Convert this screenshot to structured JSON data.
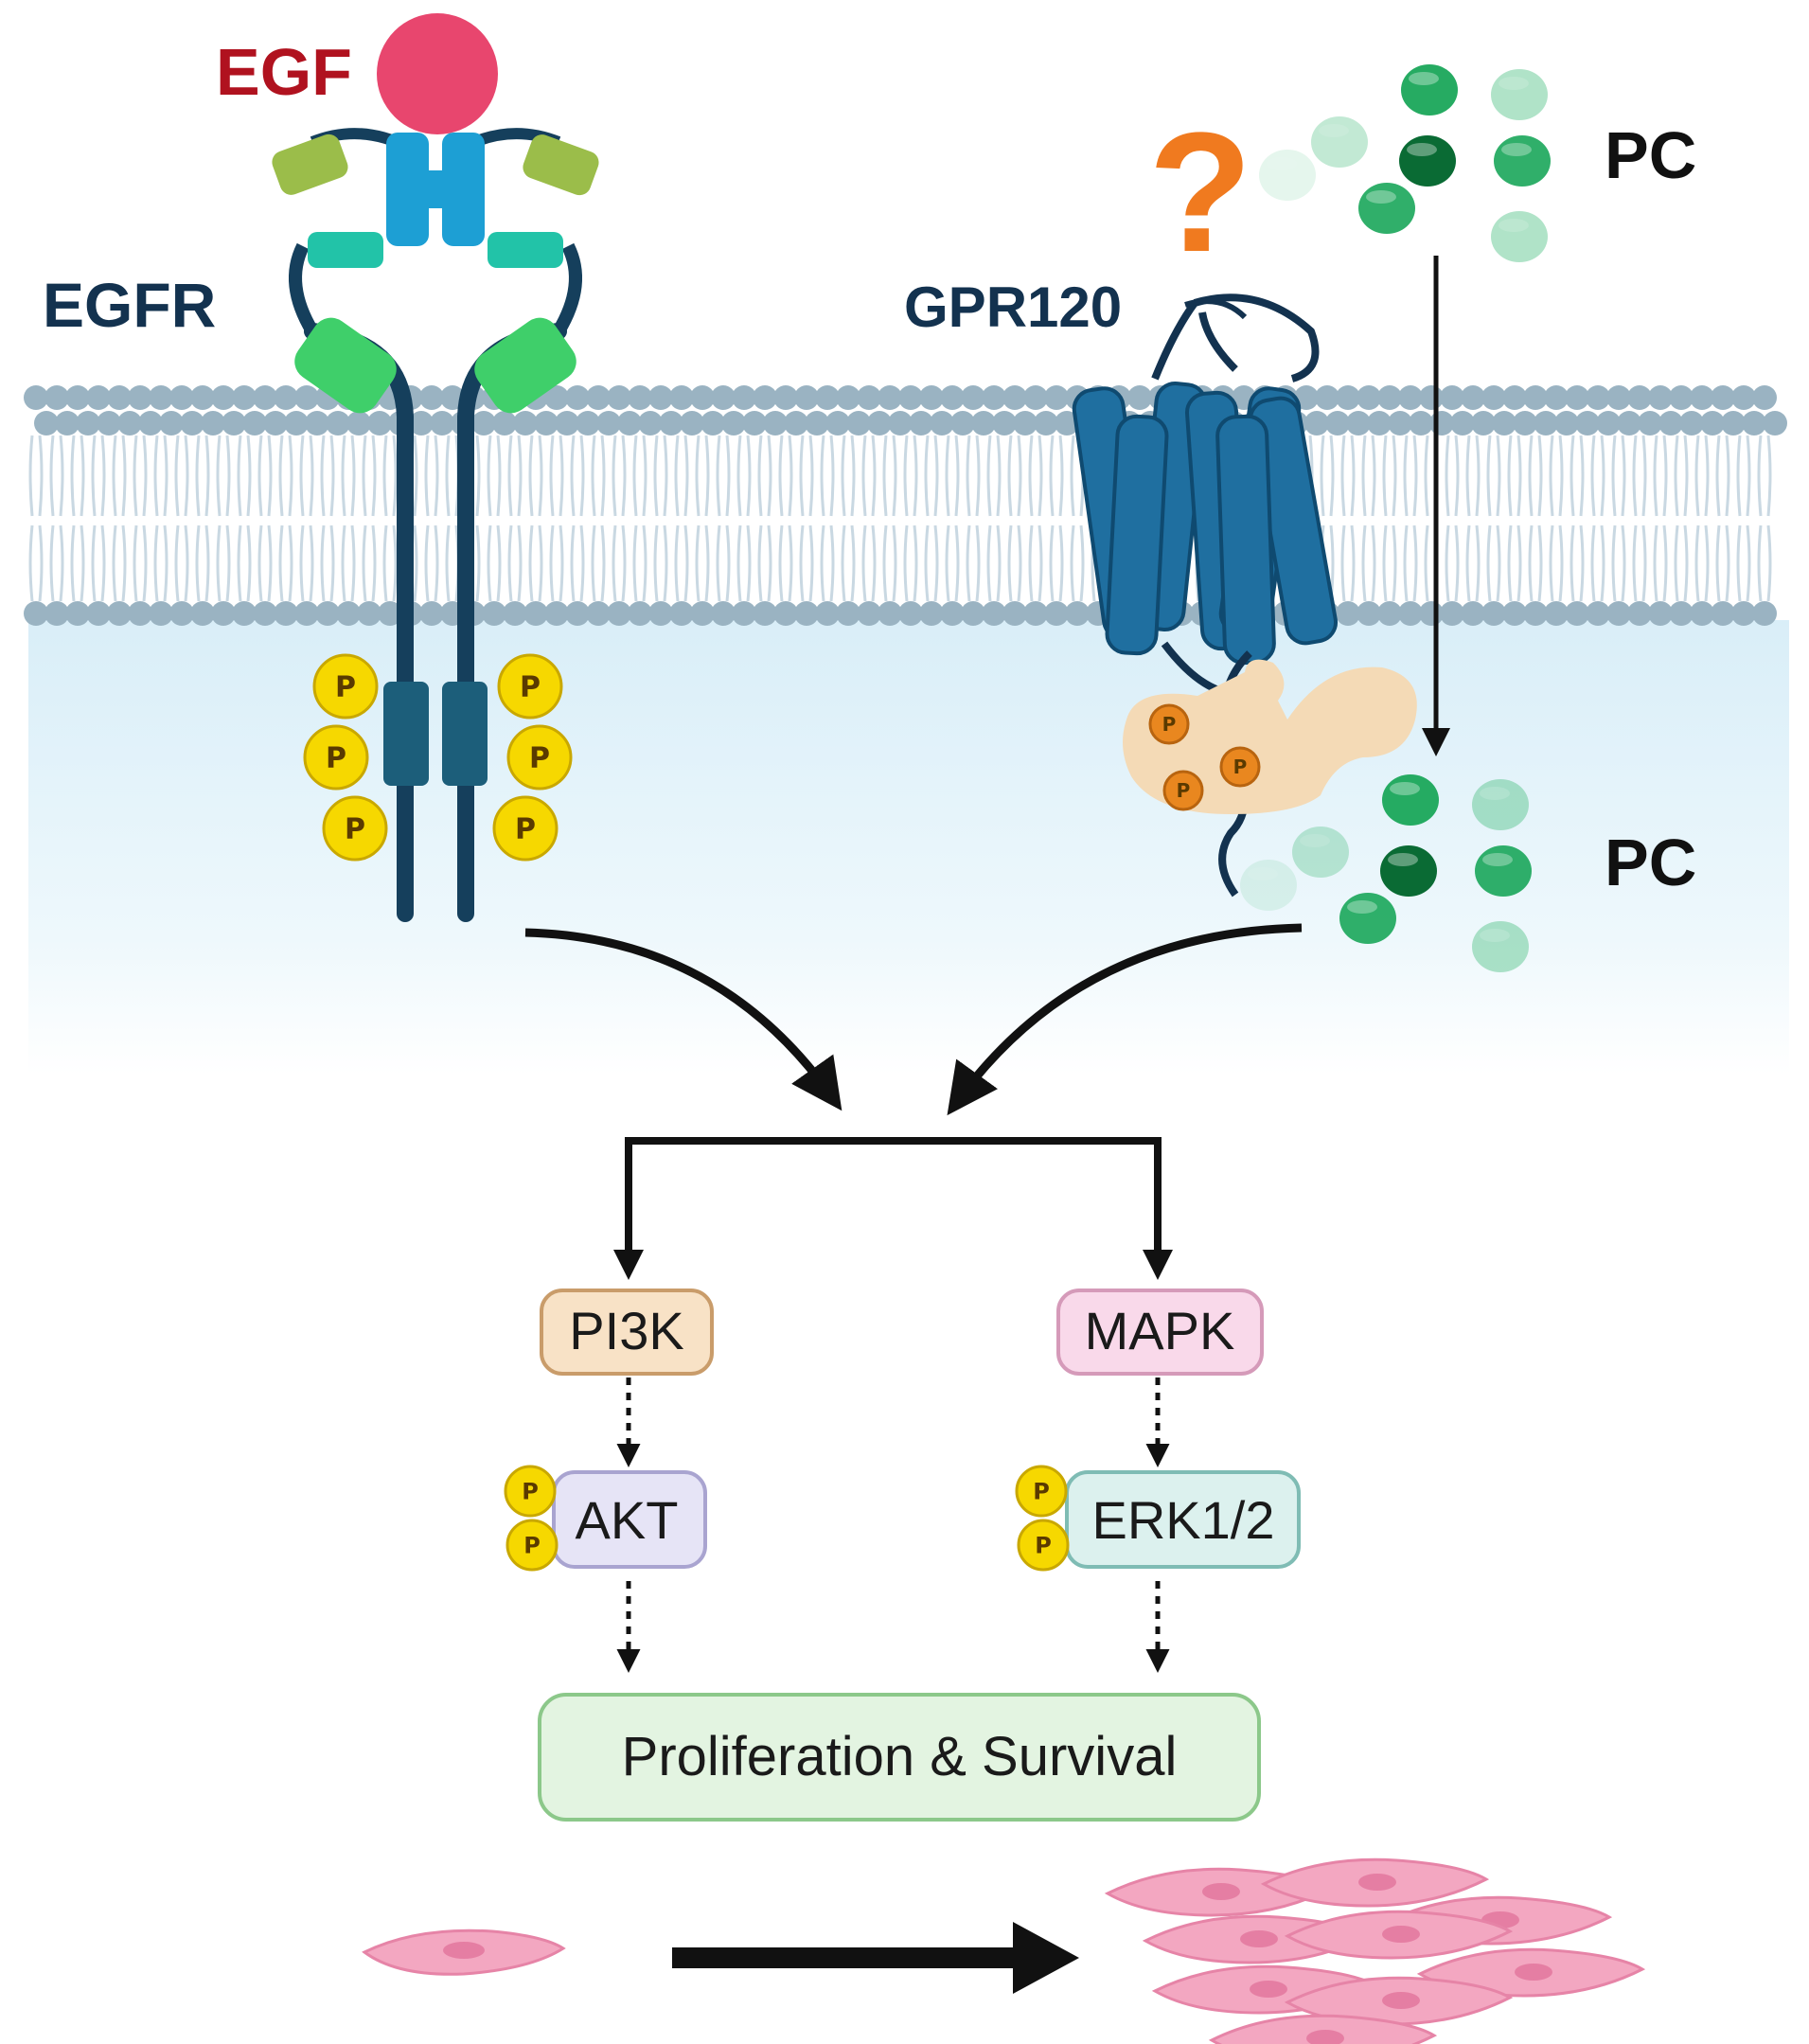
{
  "labels": {
    "egf": "EGF",
    "egfr": "EGFR",
    "gpr120": "GPR120",
    "question": "?",
    "pc_top": "PC",
    "pc_bottom": "PC"
  },
  "pathway": {
    "pi3k": "PI3K",
    "akt": "AKT",
    "mapk": "MAPK",
    "erk": "ERK1/2",
    "outcome": "Proliferation & Survival"
  },
  "phospho_label": "P",
  "colors": {
    "egf": "#e8466e",
    "egf_text": "#b0121f",
    "receptor_blue": "#1d9fd4",
    "receptor_stalk": "#153f5c",
    "receptor_green": "#3fcf6a",
    "gpr120": "#1f6fa0",
    "membrane_head": "#9ab3c2",
    "phospho_yellow": "#f6d800",
    "phospho_orange": "#e9871f",
    "pc_green": "#1aa65a",
    "question": "#f07a1f",
    "pi3k_fill": "#f8e2c6",
    "mapk_fill": "#f9d9ea",
    "akt_fill": "#e6e4f6",
    "erk_fill": "#dcf1ee",
    "outcome_fill": "#e3f4e1",
    "cell_pink": "#f3a7c1",
    "label_navy": "#13324f"
  }
}
